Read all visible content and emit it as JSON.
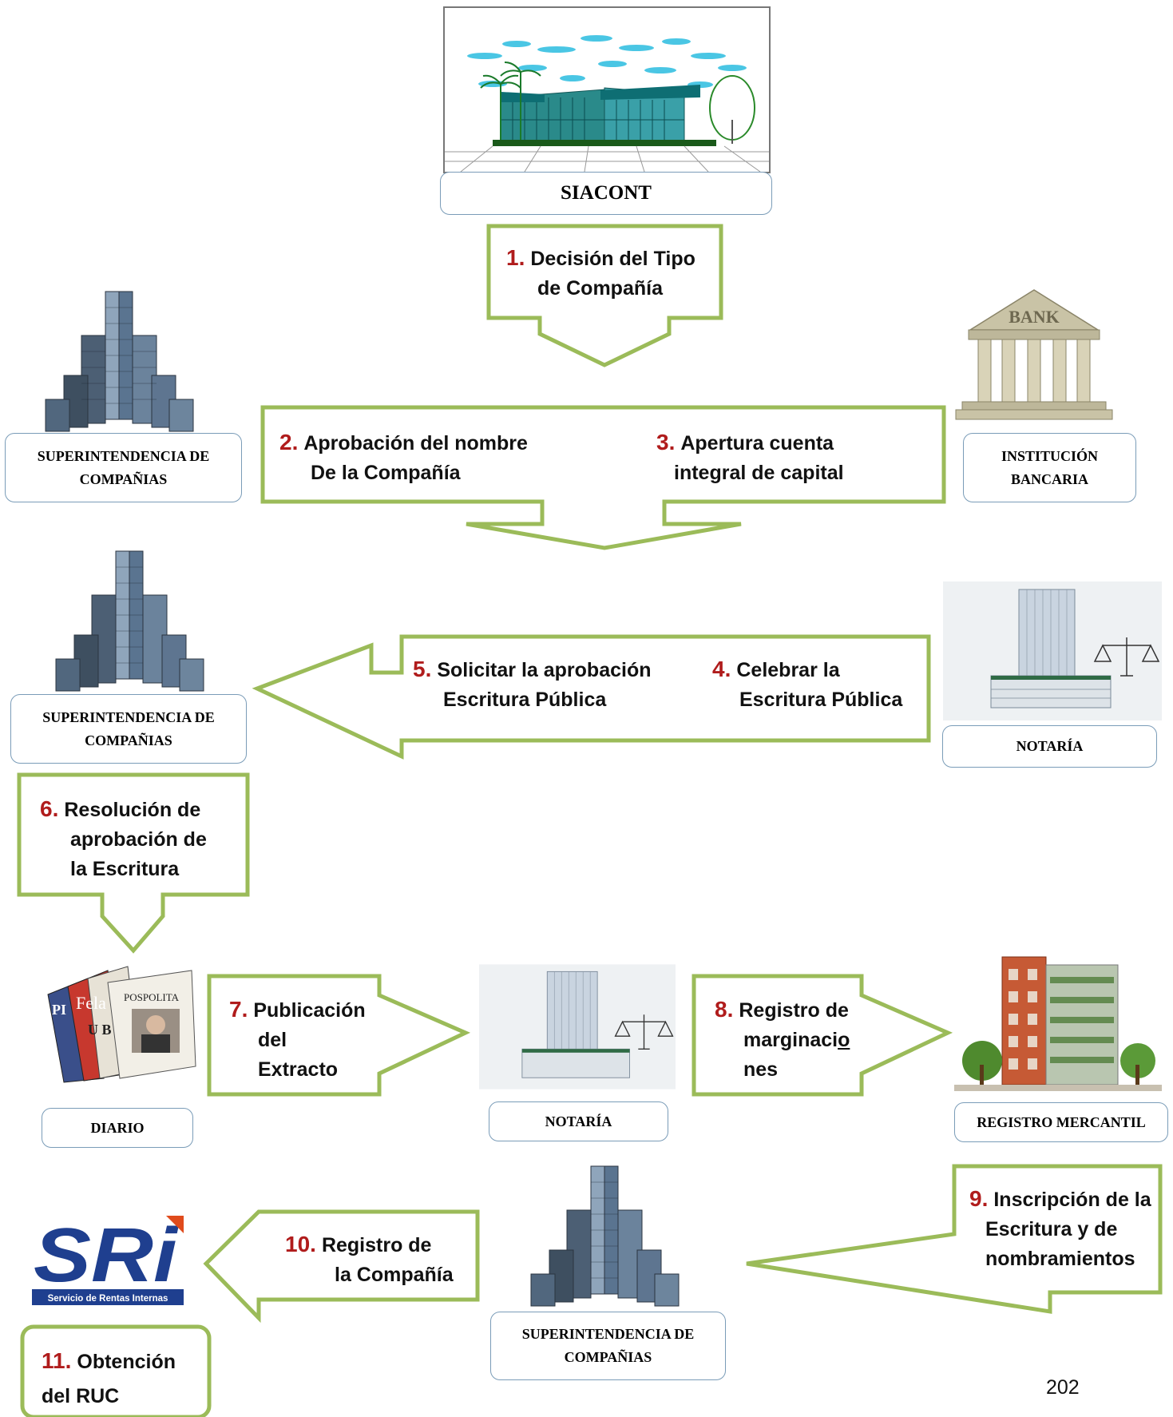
{
  "diagram": {
    "origin": "SIACONT",
    "entities": {
      "superintendencia": "SUPERINTENDENCIA DE\nCOMPAÑIAS",
      "bank": "INSTITUCIÓN\nBANCARIA",
      "notaria": "NOTARÍA",
      "diario": "DIARIO",
      "registro": "REGISTRO MERCANTIL"
    },
    "steps": [
      {
        "num": "1.",
        "line1": "Decisión del Tipo",
        "line2": "de Compañía"
      },
      {
        "num": "2.",
        "line1": "Aprobación del nombre",
        "line2": "De la Compañía"
      },
      {
        "num": "3.",
        "line1": "Apertura cuenta",
        "line2": "integral de capital"
      },
      {
        "num": "4.",
        "line1": "Celebrar la",
        "line2": "Escritura Pública"
      },
      {
        "num": "5.",
        "line1": "Solicitar la aprobación",
        "line2": "Escritura Pública"
      },
      {
        "num": "6.",
        "line1": "Resolución  de",
        "line2": "aprobación de",
        "line3": "la Escritura"
      },
      {
        "num": "7.",
        "line1": "Publicación",
        "line2": "del",
        "line3": "Extracto"
      },
      {
        "num": "8.",
        "line1": "Registro de",
        "line2": "marginaciones",
        "line2_a": "marginaci",
        "line2_u": "o",
        "line2_b": "",
        "line3": "nes"
      },
      {
        "num": "9.",
        "line1": "Inscripción de la",
        "line2": "Escritura y de",
        "line3": "nombramientos"
      },
      {
        "num": "10.",
        "line1": "Registro de",
        "line2": "la Compañía"
      },
      {
        "num": "11.",
        "line1": "Obtención",
        "line2": "del RUC"
      }
    ],
    "sri_logo": {
      "letters": "SRi",
      "tagline": "Servicio de Rentas Internas"
    },
    "bank_sign": "BANK",
    "newspaper_text": [
      "PI",
      "Fela",
      "U B",
      "POSPOLITA"
    ]
  },
  "page_number": "202",
  "colors": {
    "arrow_stroke": "#9bbb59",
    "number": "#b01c1c",
    "label_border": "#7a9cb8",
    "sri_blue": "#1f3f8f",
    "sri_orange": "#e04b1c"
  }
}
